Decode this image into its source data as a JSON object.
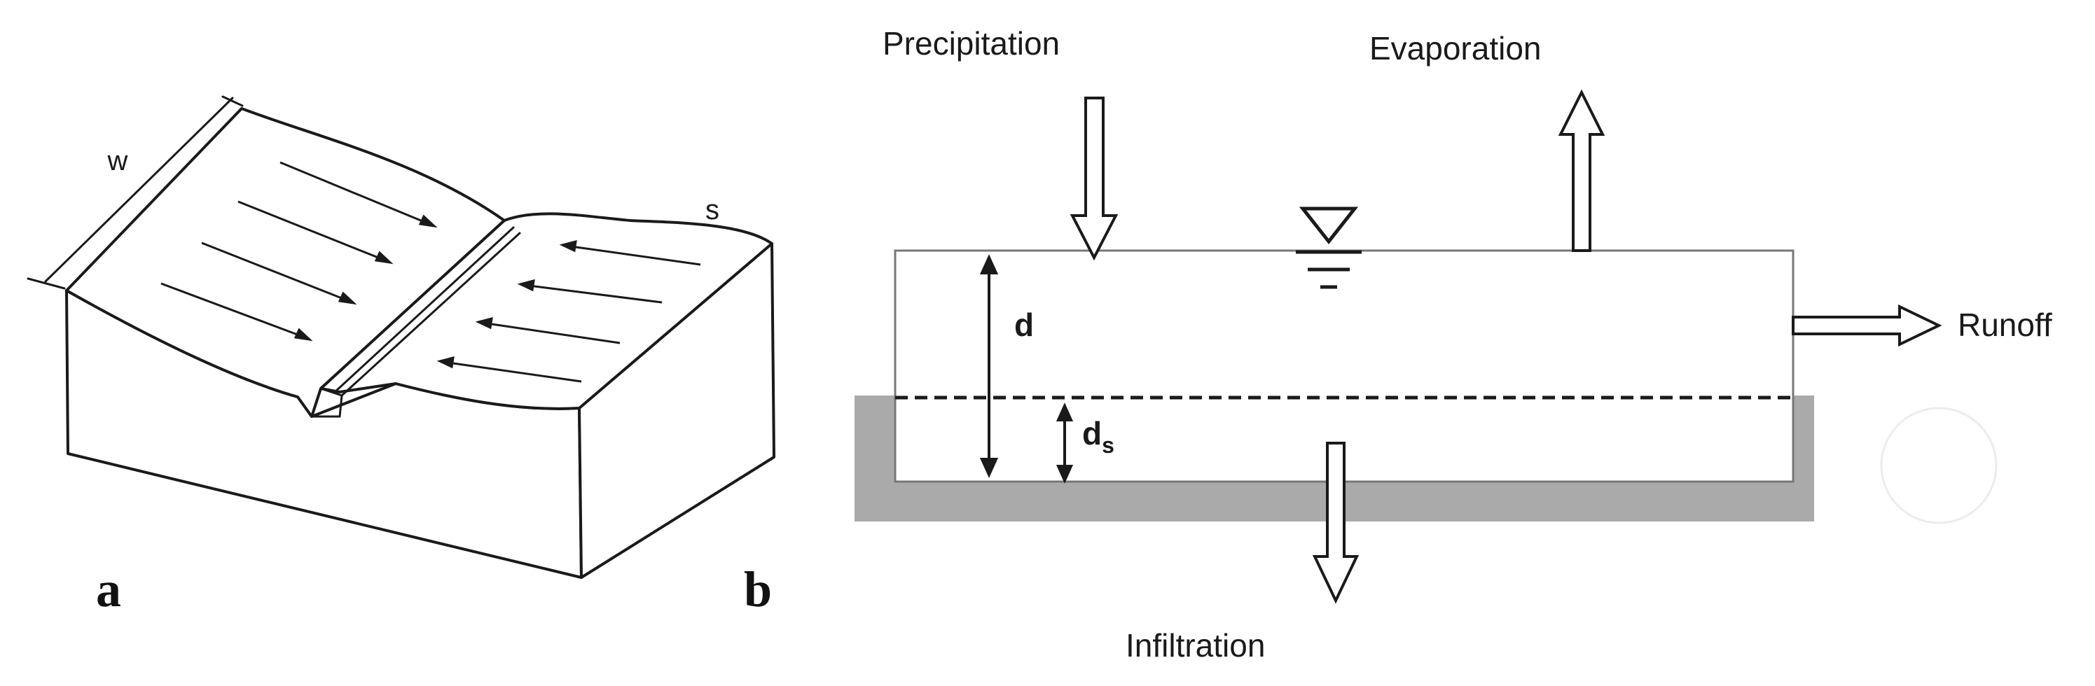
{
  "panel_a": {
    "label": "a",
    "dimension_width": "w",
    "dimension_slope": "s"
  },
  "panel_b": {
    "label": "b",
    "flows": {
      "precipitation": "Precipitation",
      "evaporation": "Evaporation",
      "runoff": "Runoff",
      "infiltration": "Infiltration"
    },
    "depth_label": "d",
    "storage_depth_label": "d",
    "storage_depth_subscript": "s"
  },
  "colors": {
    "line": "#1a1a1a",
    "soil_layer": "#aaaaaa",
    "background": "#ffffff"
  }
}
